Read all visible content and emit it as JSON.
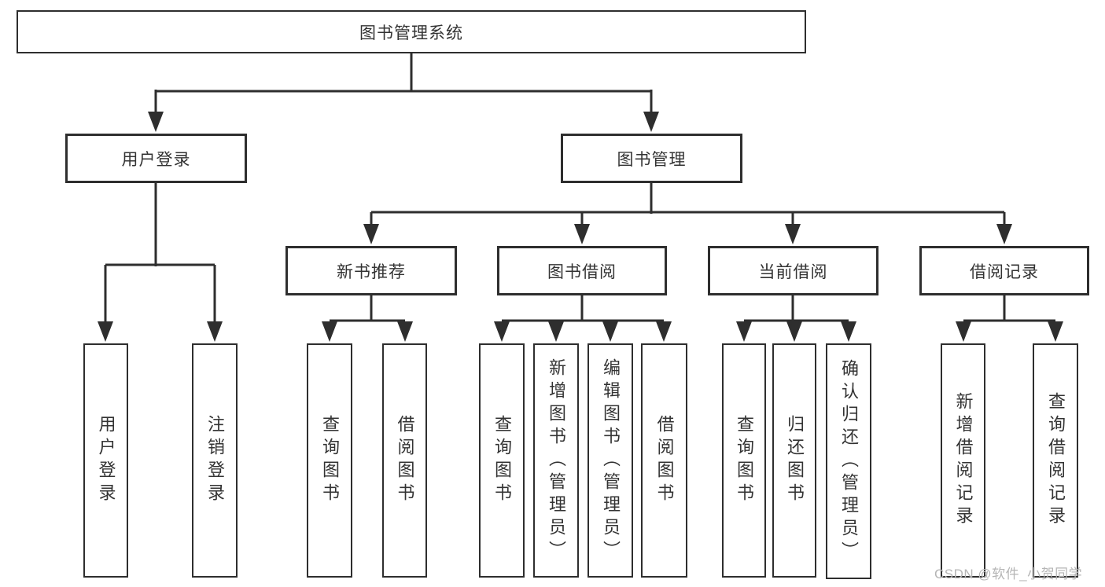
{
  "diagram": {
    "root": {
      "label": "图书管理系统"
    },
    "login": {
      "label": "用户登录",
      "children": [
        {
          "label": "用户登录"
        },
        {
          "label": "注销登录"
        }
      ]
    },
    "management": {
      "label": "图书管理",
      "sections": [
        {
          "label": "新书推荐",
          "children": [
            {
              "label": "查询图书"
            },
            {
              "label": "借阅图书"
            }
          ]
        },
        {
          "label": "图书借阅",
          "children": [
            {
              "label": "查询图书"
            },
            {
              "label": "新增图书（管理员）"
            },
            {
              "label": "编辑图书（管理员）"
            },
            {
              "label": "借阅图书"
            }
          ]
        },
        {
          "label": "当前借阅",
          "children": [
            {
              "label": "查询图书"
            },
            {
              "label": "归还图书"
            },
            {
              "label": "确认归还（管理员）"
            }
          ]
        },
        {
          "label": "借阅记录",
          "children": [
            {
              "label": "新增借阅记录"
            },
            {
              "label": "查询借阅记录"
            }
          ]
        }
      ]
    }
  },
  "watermark": {
    "text": "CSDN @软件_小贺同学"
  },
  "colors": {
    "line": "#2e2e2e",
    "text": "#333333",
    "watermark": "#b5b5b5",
    "background": "#ffffff"
  }
}
